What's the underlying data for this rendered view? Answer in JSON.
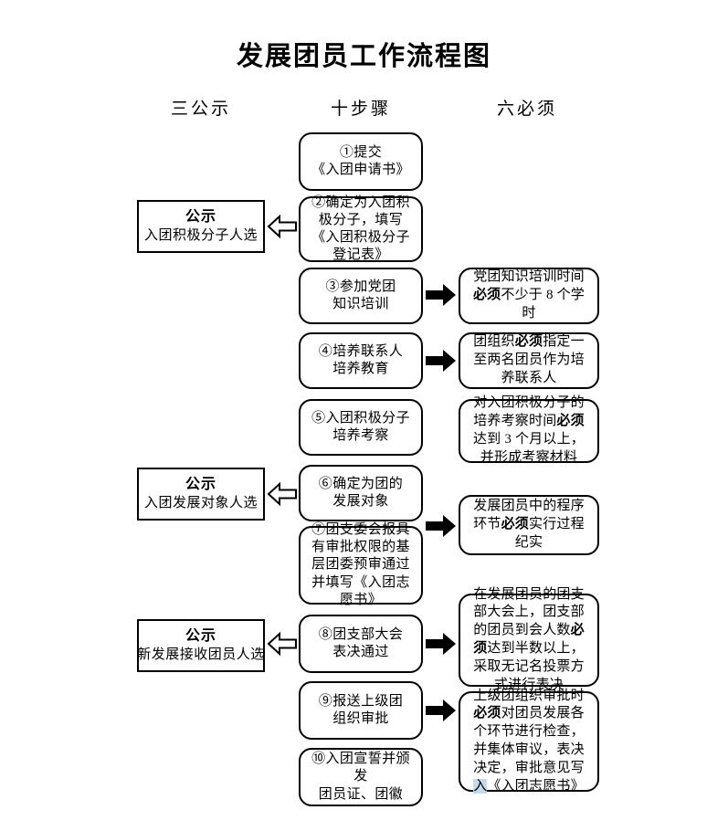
{
  "title": "发展团员工作流程图",
  "columns": {
    "left": "三公示",
    "center": "十步骤",
    "right": "六必须"
  },
  "notices": [
    {
      "title": "公示",
      "subtitle": "入团积极分子人选"
    },
    {
      "title": "公示",
      "subtitle": "入团发展对象人选"
    },
    {
      "title": "公示",
      "subtitle": "新发展接收团员人选"
    }
  ],
  "steps": [
    {
      "text": "①提交\n《入团申请书》"
    },
    {
      "text": "②确定为入团积极分子，填写《入团积极分子登记表》"
    },
    {
      "text": "③参加党团\n知识培训"
    },
    {
      "text": "④培养联系人\n培养教育"
    },
    {
      "text": "⑤入团积极分子\n培养考察"
    },
    {
      "text": "⑥确定为团的\n发展对象"
    },
    {
      "text": "⑦团支委会报具有审批权限的基层团委预审通过并填写《入团志愿书》"
    },
    {
      "text": "⑧团支部大会\n表决通过"
    },
    {
      "text": "⑨报送上级团\n组织审批"
    },
    {
      "text": "⑩入团宣誓并颁发\n团员证、团徽"
    }
  ],
  "requirements": [
    {
      "pre": "党团知识培训时间",
      "em": "必须",
      "post": "不少于 8 个学时"
    },
    {
      "pre": "团组织",
      "em": "必须",
      "post": "指定一至两名团员作为培养联系人"
    },
    {
      "pre": "对入团积极分子的培养考察时间",
      "em": "必须",
      "post": "达到 3 个月以上，并形成考察材料"
    },
    {
      "pre": "发展团员中的程序环节",
      "em": "必须",
      "post": "实行过程纪实"
    },
    {
      "pre": "在发展团员的团支部大会上，团支部的团员到会人数",
      "em": "必须",
      "post": "达到半数以上，采取无记名投票方式进行表决"
    },
    {
      "pre": "上级团组织审批时",
      "em": "必须",
      "post": "对团员发展各个环节进行检查，并集体审议，表决决定，审批意见写",
      "highlight": "入",
      "tail": "《入团志愿书》"
    }
  ],
  "arrows": {
    "left_label": "hollow-left-arrow",
    "right_label": "solid-right-arrow"
  },
  "colors": {
    "stroke": "#000000",
    "background": "#ffffff",
    "highlight": "#c5d9ea"
  }
}
